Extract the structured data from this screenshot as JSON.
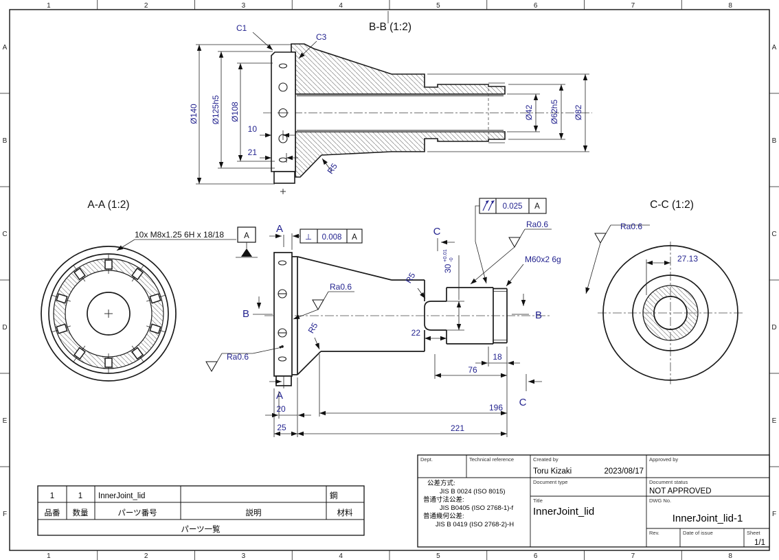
{
  "grid": {
    "cols": [
      "1",
      "2",
      "3",
      "4",
      "5",
      "6",
      "7",
      "8"
    ],
    "rows": [
      "A",
      "B",
      "C",
      "D",
      "E",
      "F"
    ]
  },
  "views": {
    "bb": {
      "title": "B-B (1:2)",
      "c1": "C1",
      "c3": "C3",
      "r5": "R5",
      "plus": "+",
      "dims": {
        "d140": "Ø140",
        "d125": "Ø125h5",
        "d108": "Ø108",
        "d10": "10",
        "d21": "21",
        "d42": "Ø42",
        "d62": "Ø62h5",
        "d82": "Ø82"
      }
    },
    "aa": {
      "title": "A-A (1:2)",
      "thread_note": "10x M8x1.25 6H x 18/18",
      "datum": "A"
    },
    "cc": {
      "title": "C-C (1:2)",
      "d2713": "27.13"
    },
    "main": {
      "section_a": "A",
      "section_b": "B",
      "section_c": "C",
      "fcf_perp": {
        "sym": "⊥",
        "val": "0.008",
        "datum": "A"
      },
      "fcf_runout": {
        "val": "0.025",
        "datum": "A"
      },
      "ra": "Ra0.6",
      "m60": "M60x2 6g",
      "r5": "R5",
      "dims": {
        "d30": "30",
        "d30_up": "+0.01",
        "d30_dn": "-0",
        "d22": "22",
        "d18": "18",
        "d76": "76",
        "d196": "196",
        "d221": "221",
        "d20": "20",
        "d25": "25"
      }
    }
  },
  "titleblock": {
    "labels": {
      "dept": "Dept.",
      "techref": "Technical reference",
      "created": "Created by",
      "approved": "Approved by",
      "doctype": "Document type",
      "docstatus": "Document status",
      "title": "Title",
      "dwg": "DWG No.",
      "rev": "Rev.",
      "dateissue": "Date of issue",
      "sheet": "Sheet"
    },
    "values": {
      "created_by": "Toru Kizaki",
      "date": "2023/08/17",
      "status": "NOT APPROVED",
      "title": "InnerJoint_lid",
      "dwg_no": "InnerJoint_lid-1",
      "sheet": "1/1"
    },
    "tolerances": [
      "公差方式:",
      "JIS B 0024 (ISO 8015)",
      "普通寸法公差:",
      "JIS B0405 (ISO 2768-1)-f",
      "普通幾何公差:",
      "JIS B 0419 (ISO 2768-2)-H"
    ]
  },
  "partslist": {
    "row": {
      "no": "1",
      "qty": "1",
      "name": "InnerJoint_lid",
      "desc": "",
      "mat": "鋼"
    },
    "headers": {
      "no": "品番",
      "qty": "数量",
      "name": "パーツ番号",
      "desc": "説明",
      "mat": "材料"
    },
    "footer": "パーツ一覧"
  }
}
